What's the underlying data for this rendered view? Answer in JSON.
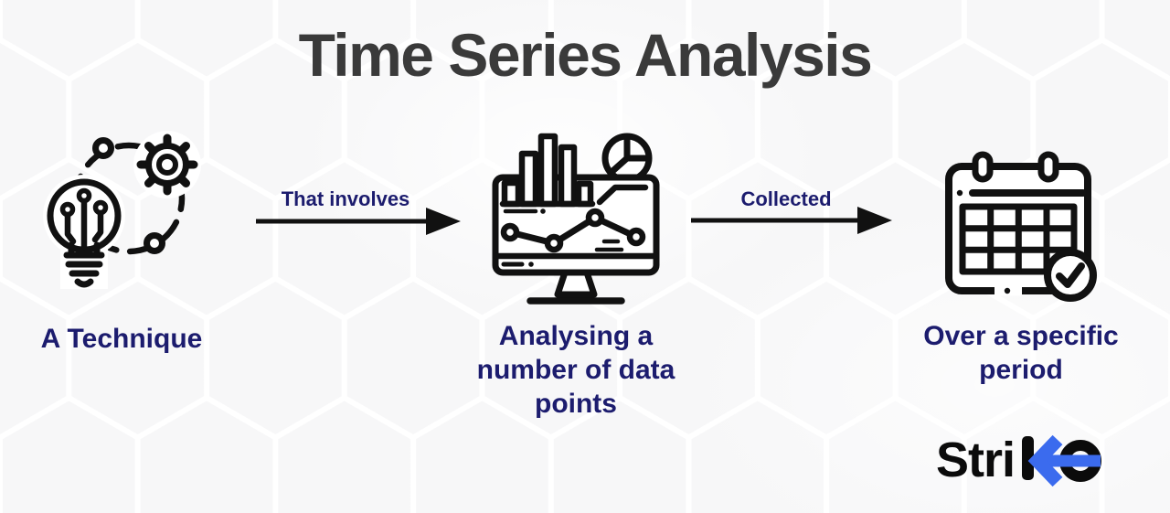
{
  "title": "Time Series Analysis",
  "steps": [
    {
      "name": "technique",
      "icon": "lightbulb-gear-icon",
      "lines": [
        "A Technique"
      ]
    },
    {
      "name": "data-points",
      "icon": "monitor-chart-icon",
      "lines": [
        "Analysing a",
        "number of data",
        "points"
      ]
    },
    {
      "name": "period",
      "icon": "calendar-check-icon",
      "lines": [
        "Over a specific",
        "period"
      ]
    }
  ],
  "connectors": [
    {
      "label": "That involves",
      "direction": "right"
    },
    {
      "label": "Collected",
      "direction": "right"
    }
  ],
  "logo": {
    "text": "Strike",
    "prefix": "Stri"
  },
  "colors": {
    "title": "#3a3a3a",
    "label_navy": "#1c1c6e",
    "icon_black": "#111111",
    "logo_black": "#0b0b0b",
    "logo_blue": "#3b6bee",
    "background": "#fafafb",
    "hexagon_fill": "#f4f4f6"
  }
}
